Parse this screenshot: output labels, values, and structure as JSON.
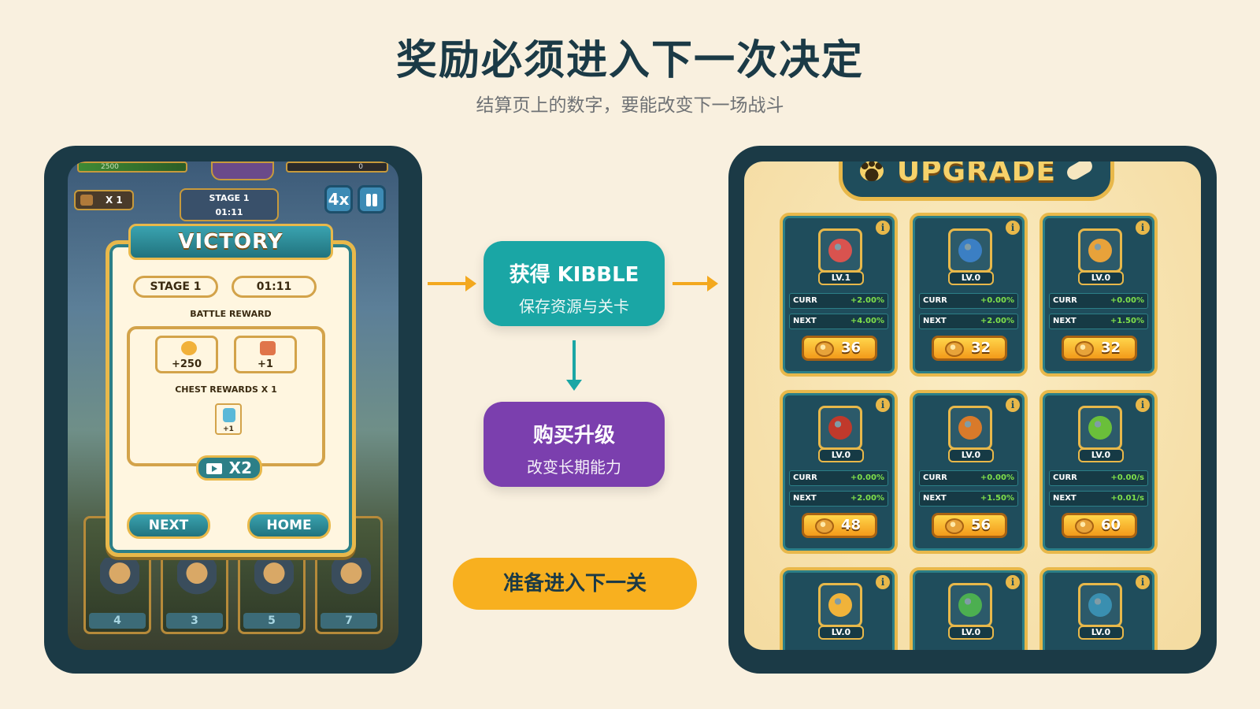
{
  "header": {
    "title": "奖励必须进入下一次决定",
    "subtitle": "结算页上的数字，要能改变下一场战斗"
  },
  "left_game": {
    "hud": {
      "gold_bar_value": "2500",
      "score_bar_value": "0"
    },
    "chest_count": "X 1",
    "stage_top": {
      "stage": "STAGE 1",
      "time": "01:11"
    },
    "speed_label": "4x",
    "victory": {
      "ribbon": "VICTORY",
      "stage": "STAGE 1",
      "time": "01:11",
      "battle_reward_label": "BATTLE REWARD",
      "reward_kibble": "+250",
      "reward_item": "+1",
      "chest_rewards_label": "CHEST REWARDS X 1",
      "chest_item": "+1",
      "x2_label": "X2",
      "next_label": "NEXT",
      "home_label": "HOME"
    },
    "hero_levels": [
      "4",
      "3",
      "5",
      "7"
    ]
  },
  "flow": {
    "box1_title": "获得 KIBBLE",
    "box1_sub": "保存资源与关卡",
    "box2_title": "购买升级",
    "box2_sub": "改变长期能力",
    "next_stage": "准备进入下一关"
  },
  "right_game": {
    "banner": "UPGRADE",
    "curr_label": "CURR",
    "next_label": "NEXT",
    "cards": [
      {
        "lv": "LV.1",
        "curr": "+2.00%",
        "next": "+4.00%",
        "cost": "36",
        "color": "#d9534f"
      },
      {
        "lv": "LV.0",
        "curr": "+0.00%",
        "next": "+2.00%",
        "cost": "32",
        "color": "#3b7fc4"
      },
      {
        "lv": "LV.0",
        "curr": "+0.00%",
        "next": "+1.50%",
        "cost": "32",
        "color": "#e8a23a"
      },
      {
        "lv": "LV.0",
        "curr": "+0.00%",
        "next": "+2.00%",
        "cost": "48",
        "color": "#c0392b"
      },
      {
        "lv": "LV.0",
        "curr": "+0.00%",
        "next": "+1.50%",
        "cost": "56",
        "color": "#d97a2a"
      },
      {
        "lv": "LV.0",
        "curr": "+0.00/s",
        "next": "+0.01/s",
        "cost": "60",
        "color": "#6abf3a"
      },
      {
        "lv": "LV.0",
        "color": "#f0b33a"
      },
      {
        "lv": "LV.0",
        "color": "#4caf50"
      },
      {
        "lv": "LV.0",
        "color": "#3a8fb0"
      }
    ]
  }
}
